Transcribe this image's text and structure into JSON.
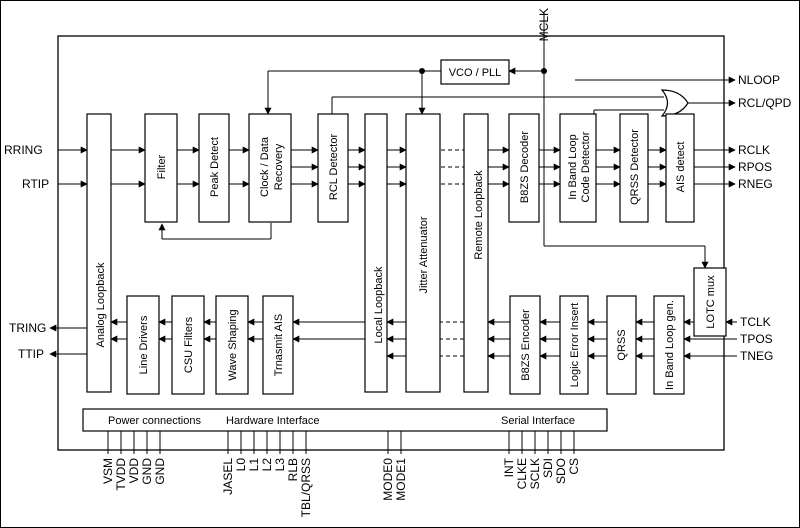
{
  "left_pins": [
    "RRING",
    "RTIP",
    "TRING",
    "TTIP"
  ],
  "right_pins": [
    "NLOOP",
    "RCL/QPD",
    "RCLK",
    "RPOS",
    "RNEG",
    "TCLK",
    "TPOS",
    "TNEG"
  ],
  "top_pin": "MCLK",
  "blocks": {
    "vco": "VCO / PLL",
    "analog_loopback": "Analog Loopback",
    "filter": "Filter",
    "peak_detect": "Peak Detect",
    "clock_recovery_1": "Clock / Data",
    "clock_recovery_2": "Recovery",
    "rcl_detector": "RCL Detector",
    "local_loopback": "Local Loopback",
    "jitter_attenuator": "Jitter Attenuator",
    "remote_loopback": "Remote Loopback",
    "b8zs_decoder": "B8ZS Decoder",
    "inband_detector_1": "In Band Loop",
    "inband_detector_2": "Code Detector",
    "qrss_detector": "QRSS Detector",
    "ais_detect": "AIS detect",
    "lotc_mux": "LOTC mux",
    "line_drivers": "Line Drivers",
    "csu_filters": "CSU Filters",
    "wave_shaping": "Wave Shaping",
    "transmit_ais": "Trnasmit AIS",
    "b8zs_encoder": "B8ZS Encoder",
    "logic_error_insert": "Logic Error Insert",
    "qrss": "QRSS",
    "inband_gen": "In Band Loop gen."
  },
  "interface_labels": {
    "power": "Power connections",
    "hardware": "Hardware Interface",
    "serial": "Serial Interface"
  },
  "bottom_pins": {
    "power": [
      "VSM",
      "TVDD",
      "VDD",
      "GND",
      "GND"
    ],
    "hardware": [
      "JASEL",
      "L0",
      "L1",
      "L2",
      "L3",
      "RLB",
      "TBL/QRSS"
    ],
    "mode": [
      "MODE0",
      "MODE1"
    ],
    "serial": [
      "INT",
      "CLKE",
      "SCLK",
      "SDI",
      "SDO",
      "CS"
    ]
  }
}
